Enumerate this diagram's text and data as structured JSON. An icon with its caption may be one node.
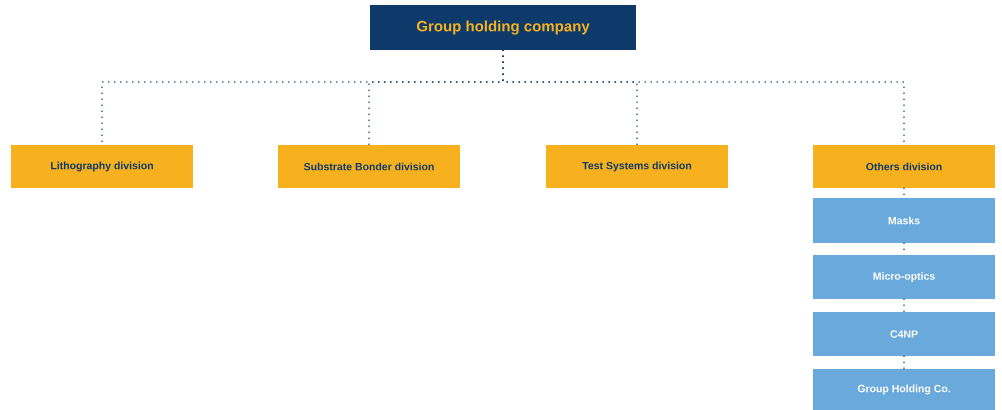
{
  "diagram": {
    "nodes": [
      {
        "text": [
          "Group holding company"
        ]
      },
      {
        "text": [
          "Lithography division"
        ]
      },
      {
        "text": [
          "Substrate Bonder division"
        ]
      },
      {
        "text": [
          "Test Systems division"
        ]
      },
      {
        "text": [
          "Others division"
        ]
      },
      {
        "text": [
          "Masks"
        ]
      },
      {
        "text": [
          "Micro-optics"
        ]
      },
      {
        "text": [
          "C4NP"
        ]
      },
      {
        "text": [
          "Group Holding Co."
        ]
      }
    ],
    "edges": [
      {
        "from": 0,
        "to": 1,
        "arrow": "none"
      },
      {
        "from": 0,
        "to": 2,
        "arrow": "none"
      },
      {
        "from": 0,
        "to": 3,
        "arrow": "none"
      },
      {
        "from": 0,
        "to": 4,
        "arrow": "none"
      },
      {
        "from": 4,
        "to": 5,
        "arrow": "none"
      },
      {
        "from": 5,
        "to": 6,
        "arrow": "none"
      },
      {
        "from": 6,
        "to": 7,
        "arrow": "none"
      },
      {
        "from": 7,
        "to": 8,
        "arrow": "none"
      }
    ]
  }
}
